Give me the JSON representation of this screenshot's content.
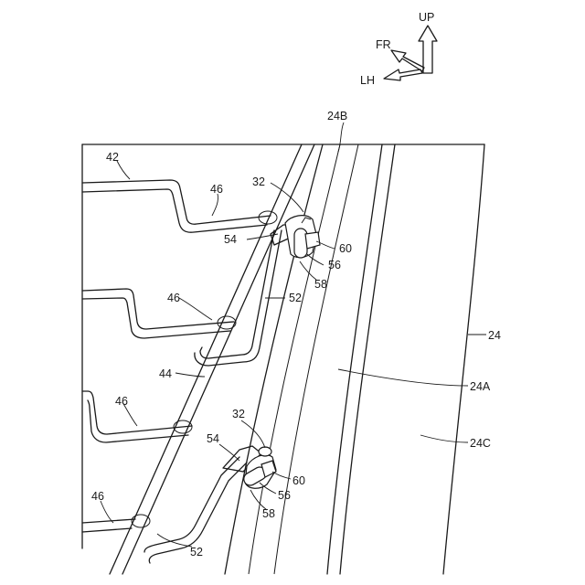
{
  "orientation": {
    "up": "UP",
    "front": "FR",
    "left": "LH"
  },
  "labels": {
    "l42": "42",
    "l46": "46",
    "l24": "24",
    "l24A": "24A",
    "l24B": "24B",
    "l24C": "24C",
    "l32": "32",
    "l44": "44",
    "l52": "52",
    "l54": "54",
    "l56": "56",
    "l58": "58",
    "l60": "60"
  }
}
